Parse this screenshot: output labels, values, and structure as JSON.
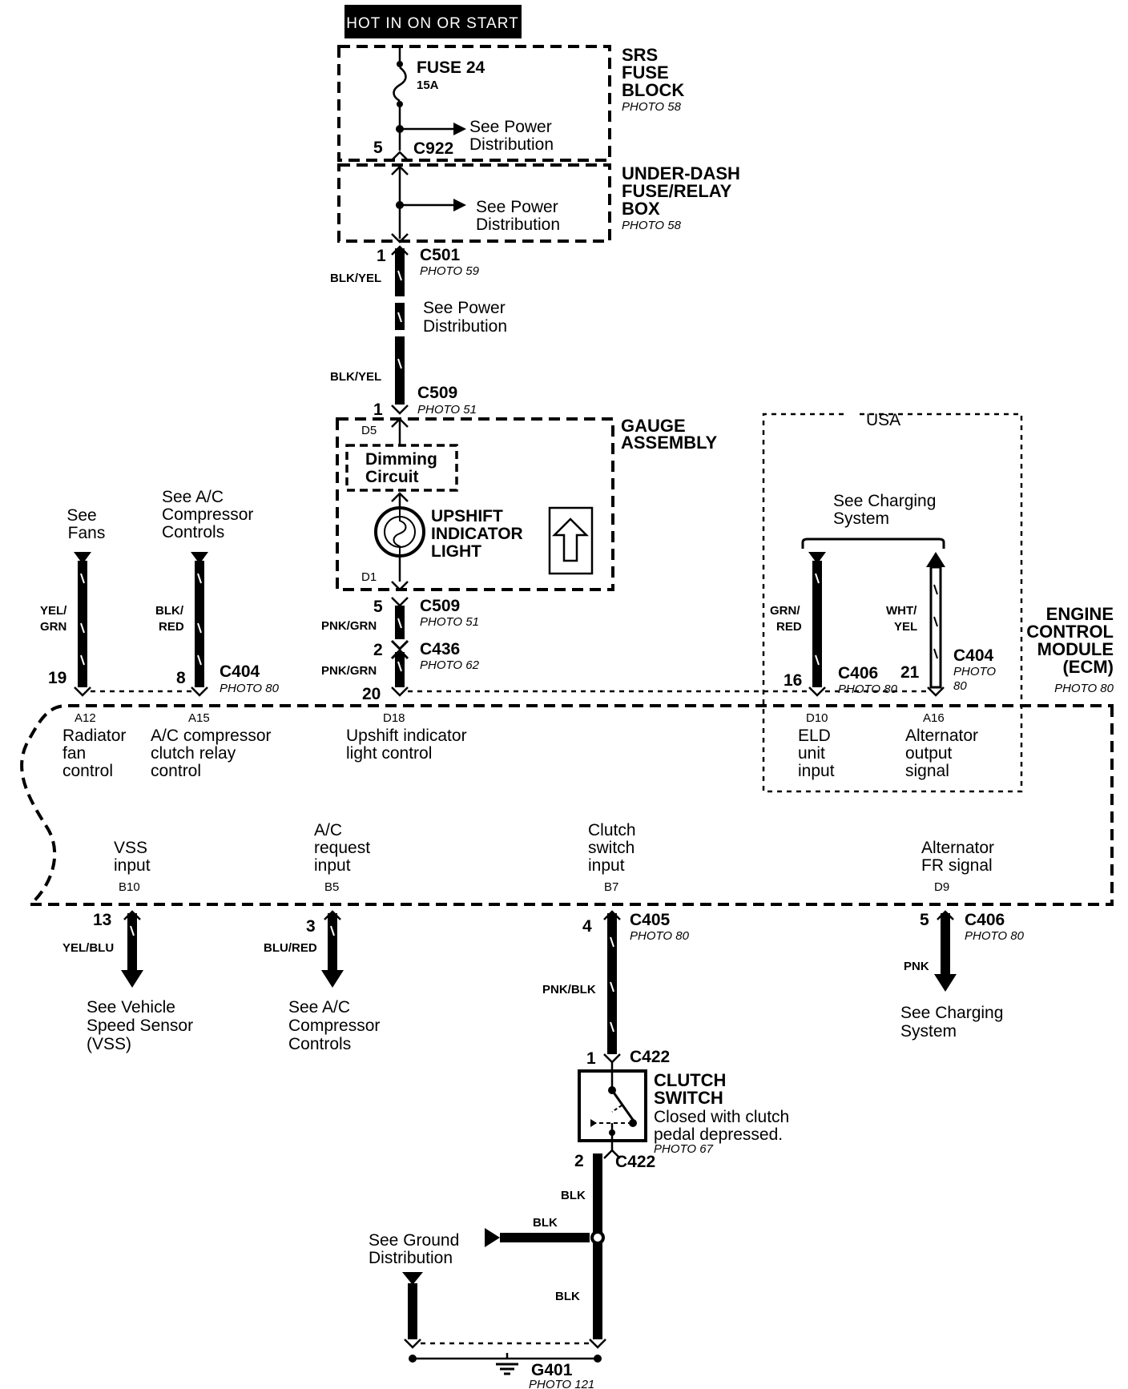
{
  "header": {
    "hot_label": "HOT IN ON OR START"
  },
  "srs_fuse_block": {
    "title1": "SRS",
    "title2": "FUSE",
    "title3": "BLOCK",
    "photo": "PHOTO 58",
    "fuse_name": "FUSE 24",
    "fuse_rating": "15A",
    "see1": "See Power",
    "see2": "Distribution",
    "pin": "5",
    "connector": "C922"
  },
  "under_dash_box": {
    "title1": "UNDER-DASH",
    "title2": "FUSE/RELAY",
    "title3": "BOX",
    "photo": "PHOTO 58",
    "see1": "See Power",
    "see2": "Distribution"
  },
  "c501": {
    "pin": "1",
    "name": "C501",
    "photo": "PHOTO 59",
    "wire_color": "BLK/YEL"
  },
  "power_dist_note": {
    "line1": "See Power",
    "line2": "Distribution"
  },
  "c509_top": {
    "pin": "1",
    "name": "C509",
    "photo": "PHOTO 51",
    "wire_color": "BLK/YEL"
  },
  "gauge_assembly": {
    "title1": "GAUGE",
    "title2": "ASSEMBLY",
    "pin_top": "D5",
    "pin_bottom": "D1",
    "dimming1": "Dimming",
    "dimming2": "Circuit",
    "light1": "UPSHIFT",
    "light2": "INDICATOR",
    "light3": "LIGHT"
  },
  "c509_bottom": {
    "pin": "5",
    "name": "C509",
    "photo": "PHOTO 51",
    "wire_color": "PNK/GRN"
  },
  "c436": {
    "pin": "2",
    "name": "C436",
    "photo": "PHOTO 62",
    "wire_color": "PNK/GRN"
  },
  "usa_region": {
    "label": "USA"
  },
  "charging_top": {
    "line1": "See Charging",
    "line2": "System"
  },
  "fans": {
    "line1": "See",
    "line2": "Fans",
    "wire_color1": "YEL/",
    "wire_color2": "GRN",
    "pin": "19"
  },
  "ac_top": {
    "line1": "See A/C",
    "line2": "Compressor",
    "line3": "Controls",
    "wire_color1": "BLK/",
    "wire_color2": "RED",
    "pin": "8",
    "connector": "C404",
    "photo": "PHOTO 80"
  },
  "upshift_pin": "20",
  "eld_wire": {
    "wire_color1": "GRN/",
    "wire_color2": "RED",
    "pin": "16",
    "connector": "C406",
    "photo": "PHOTO 80"
  },
  "alt_wire": {
    "wire_color1": "WHT/",
    "wire_color2": "YEL",
    "pin": "21",
    "connector": "C404",
    "photo1": "PHOTO",
    "photo2": "80"
  },
  "ecm": {
    "title1": "ENGINE",
    "title2": "CONTROL",
    "title3": "MODULE",
    "title4": "(ECM)",
    "photo": "PHOTO 80"
  },
  "ecm_top_pins": [
    {
      "id": "A12",
      "line1": "Radiator",
      "line2": "fan",
      "line3": "control"
    },
    {
      "id": "A15",
      "line1": "A/C compressor",
      "line2": "clutch relay",
      "line3": "control"
    },
    {
      "id": "D18",
      "line1": "Upshift indicator",
      "line2": "light control",
      "line3": ""
    },
    {
      "id": "D10",
      "line1": "ELD",
      "line2": "unit",
      "line3": "input"
    },
    {
      "id": "A16",
      "line1": "Alternator",
      "line2": "output",
      "line3": "signal"
    }
  ],
  "ecm_bottom_pins": [
    {
      "id": "B10",
      "line1": "VSS",
      "line2": "input",
      "line3": ""
    },
    {
      "id": "B5",
      "line1": "A/C",
      "line2": "request",
      "line3": "input"
    },
    {
      "id": "B7",
      "line1": "Clutch",
      "line2": "switch",
      "line3": "input"
    },
    {
      "id": "D9",
      "line1": "Alternator",
      "line2": "FR signal",
      "line3": ""
    }
  ],
  "vss_wire": {
    "pin": "13",
    "wire_color": "YEL/BLU",
    "line1": "See Vehicle",
    "line2": "Speed  Sensor",
    "line3": "(VSS)"
  },
  "ac_request_wire": {
    "pin": "3",
    "wire_color": "BLU/RED",
    "line1": "See A/C",
    "line2": "Compressor",
    "line3": "Controls"
  },
  "clutch_wire": {
    "pin": "4",
    "connector": "C405",
    "photo": "PHOTO 80",
    "wire_color": "PNK/BLK"
  },
  "fr_wire": {
    "pin": "5",
    "connector": "C406",
    "photo": "PHOTO 80",
    "wire_color": "PNK",
    "line1": "See Charging",
    "line2": "System"
  },
  "clutch_switch": {
    "top_pin": "1",
    "top_connector": "C422",
    "title1": "CLUTCH",
    "title2": "SWITCH",
    "desc1": "Closed with clutch",
    "desc2": "pedal depressed.",
    "photo": "PHOTO 67",
    "bottom_pin": "2",
    "bottom_connector": "C422"
  },
  "ground": {
    "wire_color_top": "BLK",
    "wire_color_branch": "BLK",
    "wire_color_bottom": "BLK",
    "see1": "See Ground",
    "see2": "Distribution",
    "name": "G401",
    "photo": "PHOTO 121"
  }
}
